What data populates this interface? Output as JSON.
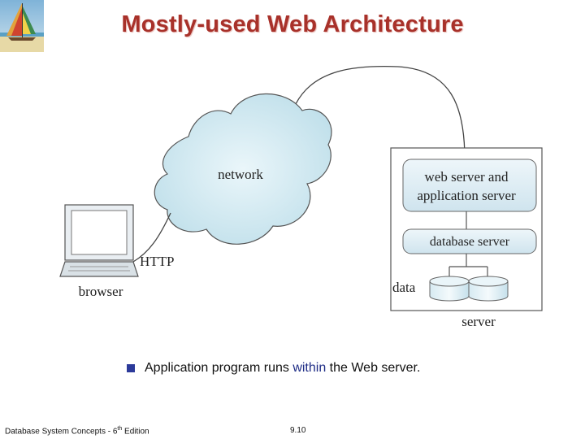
{
  "slide": {
    "title": "Mostly-used Web Architecture"
  },
  "diagram": {
    "network_label": "network",
    "http_label": "HTTP",
    "browser_label": "browser",
    "web_server_line1": "web server and",
    "web_server_line2": "application server",
    "database_server_label": "database server",
    "data_label": "data",
    "server_label": "server"
  },
  "bullet": {
    "text_before": "Application program runs ",
    "keyword": "within",
    "text_after": " the Web server."
  },
  "footer": {
    "book_prefix": "Database System Concepts - 6",
    "book_sup": "th",
    "book_suffix": " Edition",
    "page": "9.10"
  },
  "colors": {
    "title": "#a8312a",
    "bullet": "#2c3a9a",
    "keyword": "#1f2d86",
    "cloud_fill": "#cfe8f0",
    "box_fill": "#dcecf3"
  }
}
